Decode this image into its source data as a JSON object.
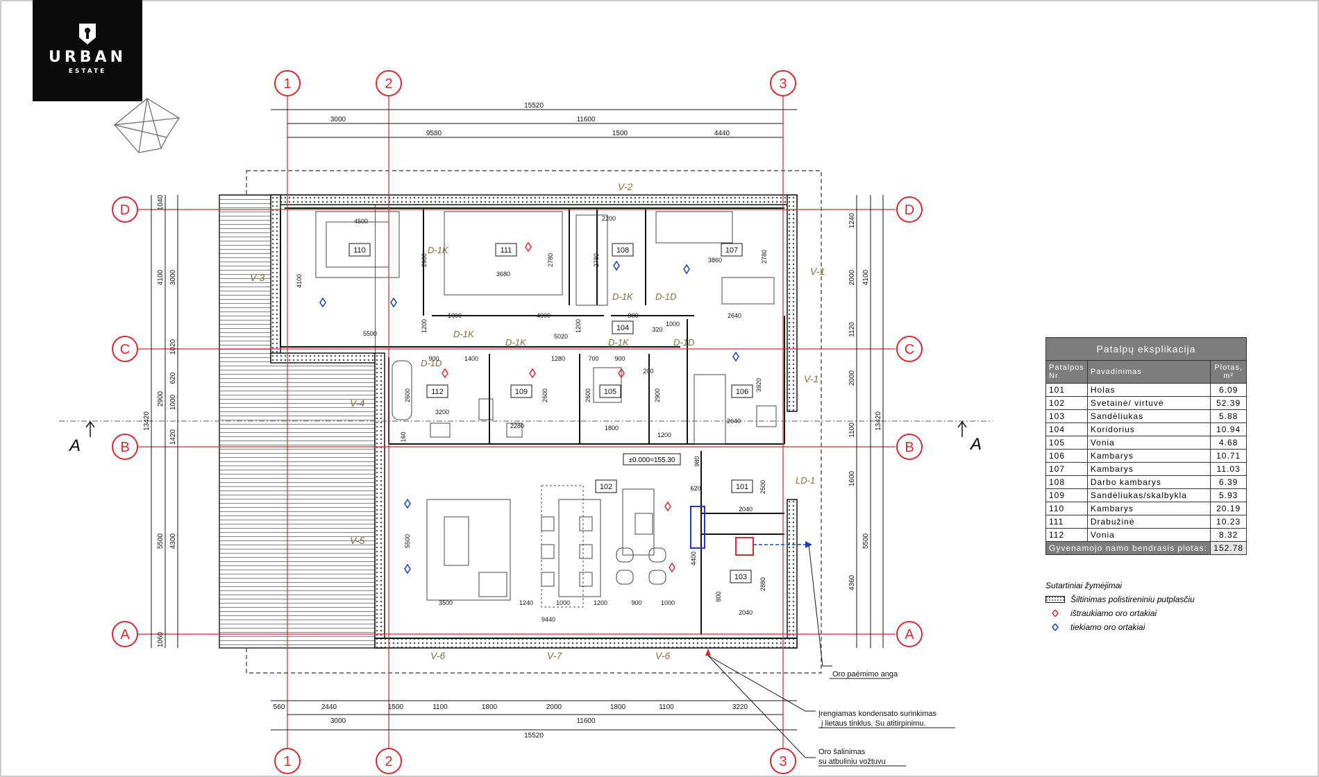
{
  "logo": {
    "line1": "URBAN",
    "line2": "ESTATE"
  },
  "colors": {
    "grid": "#e0262a",
    "walls": "#222222",
    "dims": "#000000",
    "facade": "#8a6a3a",
    "supply": "#1a3cc0",
    "extract": "#e0262a"
  },
  "grid_axes": {
    "numbered": [
      "1",
      "2",
      "3"
    ],
    "lettered": [
      "D",
      "C",
      "B",
      "A"
    ]
  },
  "dims_top": {
    "total": "15520",
    "row2": [
      "3000",
      "11600"
    ],
    "row3": [
      "9580",
      "1500",
      "4440"
    ]
  },
  "dims_bottom": {
    "row1": [
      "560",
      "2440",
      "1500",
      "1100",
      "1800",
      "2000",
      "1800",
      "1100",
      "3220"
    ],
    "row2": [
      "3000",
      "11600"
    ],
    "total": "15520"
  },
  "dims_left": {
    "total": "13420",
    "col1": [
      "1040",
      "4100",
      "2900",
      "5500",
      "1060"
    ],
    "col2": [
      "3000",
      "1020",
      "620",
      "1000",
      "1420",
      "4300"
    ]
  },
  "dims_right": {
    "total": "13420",
    "col1": [
      "1240",
      "2000",
      "4100",
      "1120",
      "2000",
      "1100",
      "1600",
      "5500",
      "4360"
    ]
  },
  "facades": [
    "V-1",
    "V-1",
    "V-2",
    "V-3",
    "V-4",
    "V-5",
    "V-6",
    "V-7",
    "V-6"
  ],
  "door_tags": [
    "D-1K",
    "D-1K",
    "D-1K",
    "D-1K",
    "D-1K",
    "D-1D",
    "D-1D",
    "D-1D",
    "LD-1"
  ],
  "rooms": [
    "101",
    "102",
    "103",
    "104",
    "105",
    "106",
    "107",
    "108",
    "109",
    "110",
    "111",
    "112"
  ],
  "inner_dims": [
    "4500",
    "2900",
    "4100",
    "5500",
    "3680",
    "2780",
    "2780",
    "3860",
    "2780",
    "2200",
    "1000",
    "4000",
    "5020",
    "900",
    "1000",
    "320",
    "1200",
    "2640",
    "1200",
    "900",
    "1400",
    "1280",
    "700",
    "900",
    "200",
    "2600",
    "2600",
    "2600",
    "2900",
    "3920",
    "3200",
    "2280",
    "1800",
    "1200",
    "2640",
    "160",
    "5500",
    "980",
    "620",
    "2500",
    "2040",
    "2880",
    "2040",
    "4400",
    "800",
    "3500",
    "1240",
    "1000",
    "1200",
    "900",
    "1000",
    "9440"
  ],
  "level_mark": "±0.000=155.30",
  "section_mark": "A",
  "annotations": {
    "intake": "Oro paėmimo anga",
    "condensate": [
      "Įrengiamas kondensato surinkimas",
      "į lietaus tinklus. Su atitirpinimu."
    ],
    "exhaust": [
      "Oro šalinimas",
      "su atbuliniu vožtuvu"
    ]
  },
  "explication": {
    "title": "Patalpų eksplikacija",
    "headers": {
      "nr": [
        "Patalpos",
        "Nr."
      ],
      "name": "Pavadinimas",
      "area": [
        "Plotas,",
        "m²"
      ]
    },
    "rows": [
      {
        "nr": "101",
        "name": "Holas",
        "area": "6.09"
      },
      {
        "nr": "102",
        "name": "Svetainė/ virtuvė",
        "area": "52.39"
      },
      {
        "nr": "103",
        "name": "Sandėliukas",
        "area": "5.88"
      },
      {
        "nr": "104",
        "name": "Koridorius",
        "area": "10.94"
      },
      {
        "nr": "105",
        "name": "Vonia",
        "area": "4.68"
      },
      {
        "nr": "106",
        "name": "Kambarys",
        "area": "10.71"
      },
      {
        "nr": "107",
        "name": "Kambarys",
        "area": "11.03"
      },
      {
        "nr": "108",
        "name": "Darbo kambarys",
        "area": "6.39"
      },
      {
        "nr": "109",
        "name": "Sandėliukas/skalbykla",
        "area": "5.93"
      },
      {
        "nr": "110",
        "name": "Kambarys",
        "area": "20.19"
      },
      {
        "nr": "111",
        "name": "Drabužinė",
        "area": "10.23"
      },
      {
        "nr": "112",
        "name": "Vonia",
        "area": "8.32"
      }
    ],
    "total_label": "Gyvenamojo namo bendrasis plotas:",
    "total_value": "152.78"
  },
  "legend": {
    "title": "Sutartiniai žymėjimai",
    "insulation": "Šiltinimas polistireniniu putplasčiu",
    "extract": "ištraukiamo oro ortakiai",
    "supply": "tiekiamo oro ortakiai"
  }
}
